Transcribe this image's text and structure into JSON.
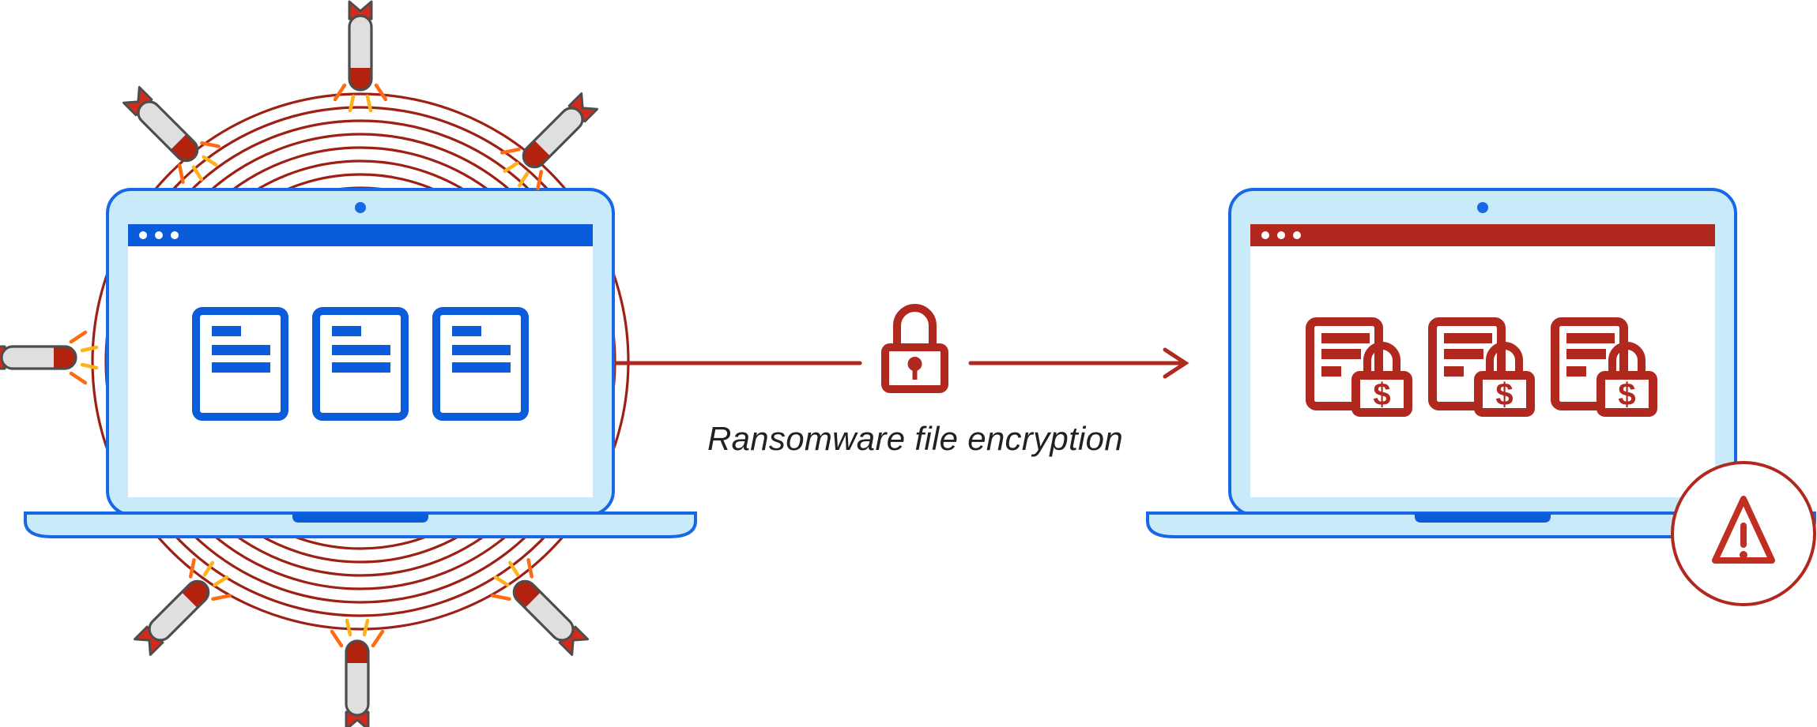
{
  "palette": {
    "light_blue": "#C8EAF9",
    "blue": "#1668E8",
    "deep_blue": "#0B5CDB",
    "dark_red": "#B0281E",
    "warning_red": "#C12E22",
    "ring_red": "#9E2015",
    "fin_red": "#D32B1B",
    "nose_red": "#B3220F",
    "missile_grey": "#DFDFDF",
    "missile_outline": "#4D4D4D",
    "spark_orange": "#FF6A13",
    "spark_amber": "#FFB21A",
    "text_color": "#212121",
    "white": "#FFFFFF"
  },
  "caption": {
    "text": "Ransomware file encryption"
  },
  "left_laptop": {
    "role": "clean-files-laptop",
    "titlebar_dots": 3,
    "documents": 3
  },
  "right_laptop": {
    "role": "encrypted-files-laptop",
    "titlebar_dots": 3,
    "documents": 3,
    "dollar_symbol": "$"
  },
  "icons": {
    "missile": "missile-bomb-icon",
    "lock": "padlock-icon",
    "warning": "warning-triangle-icon",
    "arrow": "right-arrow-icon"
  },
  "missile_count": 7
}
